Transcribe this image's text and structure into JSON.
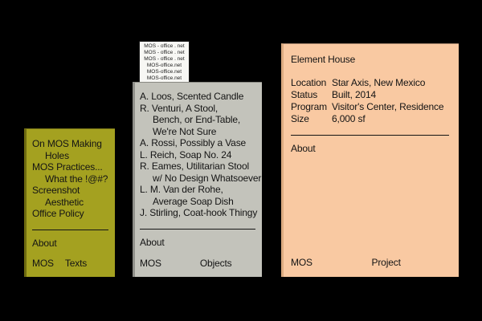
{
  "background_color": "#000000",
  "ink_color": "#141414",
  "ticker": {
    "bg": "#f7f7f4",
    "lines": [
      "MOS - office . net",
      "MOS - office . net",
      "MOS - office . net",
      "MOS-office.net",
      "MOS-office.net",
      "MOS-office.net"
    ]
  },
  "texts_card": {
    "bg": "#a4a120",
    "lines": [
      "On MOS Making",
      "Holes",
      "MOS Practices...",
      "What the !@#?",
      "Screenshot",
      "Aesthetic",
      "Office Policy"
    ],
    "about_label": "About",
    "brand": "MOS",
    "section": "Texts"
  },
  "objects_card": {
    "bg": "#c3c3bb",
    "lines": [
      "A. Loos, Scented Candle",
      "R. Venturi, A Stool,",
      "Bench, or End-Table,",
      "We're Not Sure",
      "A. Rossi, Possibly a Vase",
      "L. Reich, Soap No. 24",
      "R. Eames, Utilitarian Stool",
      "w/ No Design Whatsoever",
      "L. M. Van der Rohe,",
      "Average Soap Dish",
      "J. Stirling, Coat-hook Thingy"
    ],
    "about_label": "About",
    "brand": "MOS",
    "section": "Objects"
  },
  "project_card": {
    "bg": "#f9c9a2",
    "title": "Element House",
    "fields": [
      {
        "label": "Location",
        "value": "Star Axis, New Mexico"
      },
      {
        "label": "Status",
        "value": "Built, 2014"
      },
      {
        "label": "Program",
        "value": "Visitor's Center, Residence"
      },
      {
        "label": "Size",
        "value": "6,000 sf"
      }
    ],
    "about_label": "About",
    "brand": "MOS",
    "section": "Project"
  }
}
